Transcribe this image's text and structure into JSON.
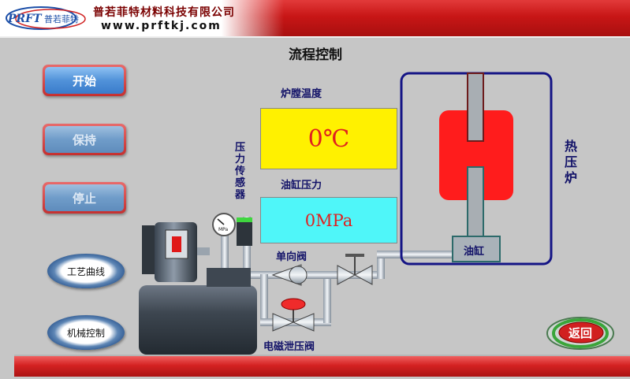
{
  "header": {
    "logo_text": "PRFT普若菲特",
    "company_name": "普若菲特材料科技有限公司",
    "website": "www.prftkj.com"
  },
  "page": {
    "title": "流程控制"
  },
  "controls": {
    "start_label": "开始",
    "hold_label": "保持",
    "stop_label": "停止",
    "process_curve_label": "工艺曲线",
    "mechanical_control_label": "机械控制",
    "back_label": "返回"
  },
  "readouts": {
    "temperature_label": "炉膛温度",
    "temperature_value": "0℃",
    "pressure_label": "油缸压力",
    "pressure_value": "0MPa"
  },
  "diagram": {
    "pressure_sensor_label": "压力传感器",
    "check_valve_label": "单向阀",
    "solenoid_valve_label": "电磁泄压阀",
    "cylinder_label": "油缸",
    "furnace_label": "热压炉",
    "gauge_unit": "MPa"
  },
  "colors": {
    "header_red": "#c81616",
    "temp_panel": "#fff100",
    "pressure_panel": "#4ff6f9",
    "readout_text": "#e02020",
    "furnace_border": "#141485",
    "heater_block": "#ff1c1c"
  }
}
